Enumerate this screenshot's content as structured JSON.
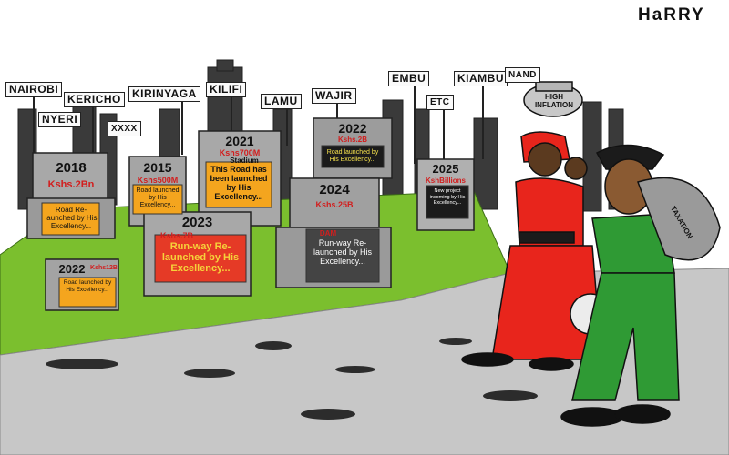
{
  "signature": "HaRRY",
  "signs": [
    "NAIROBI",
    "KERICHO",
    "KIRINYAGA",
    "KILIFI",
    "LAMU",
    "WAJIR",
    "EMBU",
    "KIAMBU",
    "NYERI",
    "XXXX",
    "ETC",
    "NAND"
  ],
  "tombstones": [
    {
      "year": "2018",
      "amount": "Kshs.2Bn",
      "note": "Road Re-launched by His Excellency..."
    },
    {
      "year": "2015",
      "amount": "Kshs500M",
      "note": "Road launched by His Excellency..."
    },
    {
      "year": "2021",
      "amount": "Kshs700M",
      "struck": "Stadium",
      "note": "This Road has been launched by His Excellency..."
    },
    {
      "year": "2022",
      "amount": "Kshs.2B",
      "note": "Road launched by His Excellency..."
    },
    {
      "year": "2025",
      "amount": "KshBillions",
      "note": "New project incoming by His Excellency..."
    },
    {
      "year": "2024",
      "amount": "Kshs.25B",
      "struck": "DAM",
      "note": "Run-way Re-launched by His Excellency..."
    },
    {
      "year": "2023",
      "amount": "Kshs.7B",
      "note": "Run-way Re-launched by His Excellency..."
    },
    {
      "year": "2022",
      "amount": "Kshs12B",
      "note": "Road launched by His Excellency..."
    }
  ],
  "labels": {
    "pot": "HIGH INFLATION",
    "sack": "TAXATION"
  },
  "colors": {
    "grass": "#7bbf2e",
    "road": "#c7c7c7",
    "woman_dress": "#e8251c",
    "man_suit": "#2f9a34",
    "orange_plaque": "#f4a51e",
    "red_plaque": "#e53a26",
    "black_plaque": "#1b1b1b"
  }
}
